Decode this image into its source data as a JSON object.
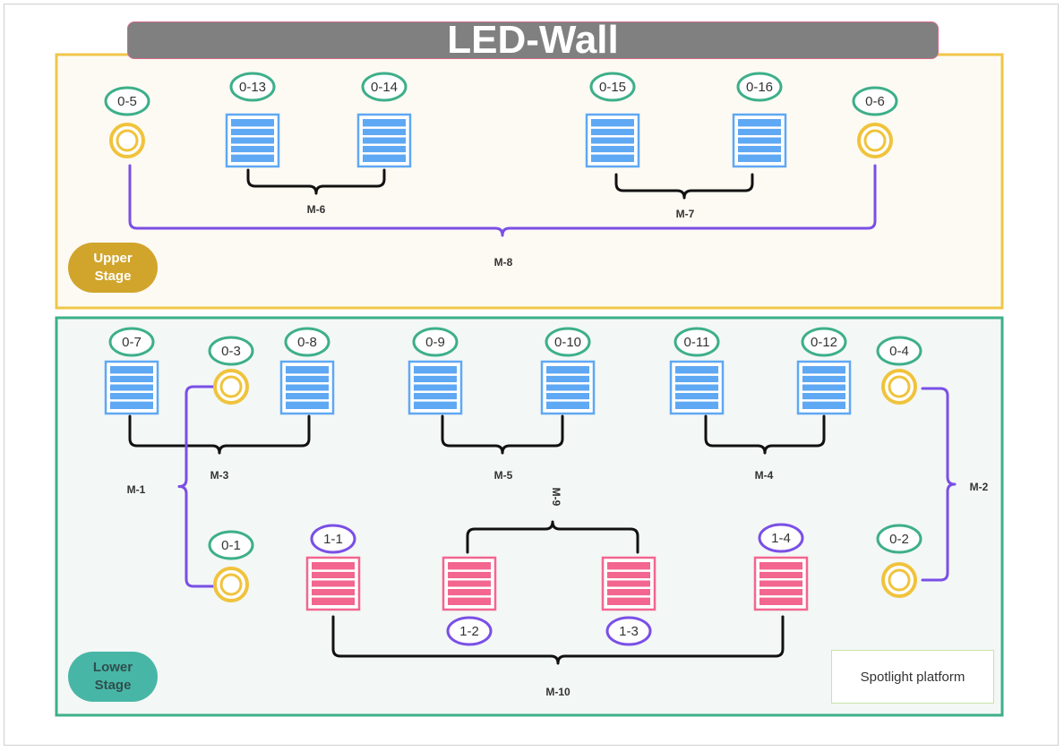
{
  "title": "LED-Wall",
  "upper_stage": {
    "label": "Upper\nStage"
  },
  "lower_stage": {
    "label": "Lower\nStage"
  },
  "spotlight_platform": {
    "label": "Spotlight platform"
  },
  "colors": {
    "upper_border": "#f0c648",
    "upper_fill": "#fdfaf3",
    "lower_border": "#3daf8a",
    "lower_fill": "#f3f7f6",
    "tag_green": "#3daf8a",
    "tag_purple": "#7a4fe6",
    "panel_blue": "#5fa8f3",
    "panel_pink": "#f2668f",
    "light_yellow": "#f0c33c",
    "bracket_black": "#111111",
    "bracket_purple": "#7a4fe6"
  },
  "nodes": [
    {
      "id": "0-5",
      "kind": "light",
      "tag": "0-5",
      "tag_color": "green"
    },
    {
      "id": "0-13",
      "kind": "panel-blue",
      "tag": "0-13",
      "tag_color": "green"
    },
    {
      "id": "0-14",
      "kind": "panel-blue",
      "tag": "0-14",
      "tag_color": "green"
    },
    {
      "id": "0-15",
      "kind": "panel-blue",
      "tag": "0-15",
      "tag_color": "green"
    },
    {
      "id": "0-16",
      "kind": "panel-blue",
      "tag": "0-16",
      "tag_color": "green"
    },
    {
      "id": "0-6",
      "kind": "light",
      "tag": "0-6",
      "tag_color": "green"
    },
    {
      "id": "0-7",
      "kind": "panel-blue",
      "tag": "0-7",
      "tag_color": "green"
    },
    {
      "id": "0-3",
      "kind": "light",
      "tag": "0-3",
      "tag_color": "green"
    },
    {
      "id": "0-8",
      "kind": "panel-blue",
      "tag": "0-8",
      "tag_color": "green"
    },
    {
      "id": "0-9",
      "kind": "panel-blue",
      "tag": "0-9",
      "tag_color": "green"
    },
    {
      "id": "0-10",
      "kind": "panel-blue",
      "tag": "0-10",
      "tag_color": "green"
    },
    {
      "id": "0-11",
      "kind": "panel-blue",
      "tag": "0-11",
      "tag_color": "green"
    },
    {
      "id": "0-12",
      "kind": "panel-blue",
      "tag": "0-12",
      "tag_color": "green"
    },
    {
      "id": "0-4",
      "kind": "light",
      "tag": "0-4",
      "tag_color": "green"
    },
    {
      "id": "0-1",
      "kind": "light",
      "tag": "0-1",
      "tag_color": "green"
    },
    {
      "id": "0-2",
      "kind": "light",
      "tag": "0-2",
      "tag_color": "green"
    },
    {
      "id": "1-1",
      "kind": "panel-pink",
      "tag": "1-1",
      "tag_color": "purple"
    },
    {
      "id": "1-2",
      "kind": "panel-pink",
      "tag": "1-2",
      "tag_color": "purple"
    },
    {
      "id": "1-3",
      "kind": "panel-pink",
      "tag": "1-3",
      "tag_color": "purple"
    },
    {
      "id": "1-4",
      "kind": "panel-pink",
      "tag": "1-4",
      "tag_color": "purple"
    }
  ],
  "groups": [
    {
      "id": "M-6",
      "label": "M-6",
      "color": "black"
    },
    {
      "id": "M-7",
      "label": "M-7",
      "color": "black"
    },
    {
      "id": "M-8",
      "label": "M-8",
      "color": "purple"
    },
    {
      "id": "M-3",
      "label": "M-3",
      "color": "black"
    },
    {
      "id": "M-5",
      "label": "M-5",
      "color": "black"
    },
    {
      "id": "M-4",
      "label": "M-4",
      "color": "black"
    },
    {
      "id": "M-1",
      "label": "M-1",
      "color": "purple"
    },
    {
      "id": "M-2",
      "label": "M-2",
      "color": "purple"
    },
    {
      "id": "M-9",
      "label": "M-9",
      "color": "black"
    },
    {
      "id": "M-10",
      "label": "M-10",
      "color": "black"
    }
  ]
}
